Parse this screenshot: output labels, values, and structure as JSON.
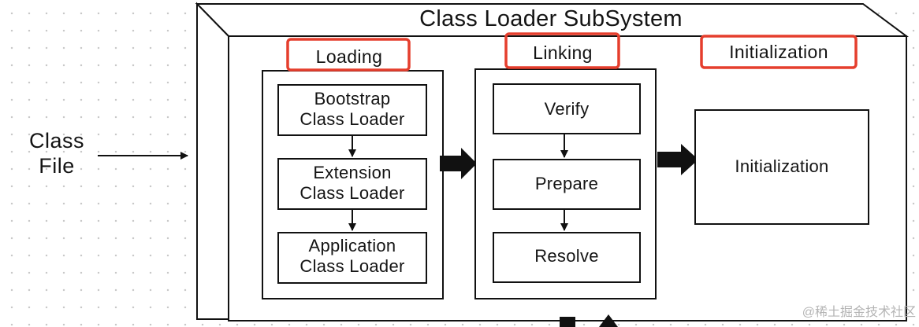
{
  "input": {
    "class_file": "Class\nFile"
  },
  "subsystem": {
    "title": "Class Loader SubSystem"
  },
  "phases": {
    "loading": {
      "label": "Loading",
      "steps": [
        "Bootstrap\nClass Loader",
        "Extension\nClass Loader",
        "Application\nClass Loader"
      ]
    },
    "linking": {
      "label": "Linking",
      "steps": [
        "Verify",
        "Prepare",
        "Resolve"
      ]
    },
    "initialization": {
      "label": "Initialization",
      "step": "Initialization"
    }
  },
  "highlight_color": "#e53e2d",
  "watermark": "@稀土掘金技术社区"
}
